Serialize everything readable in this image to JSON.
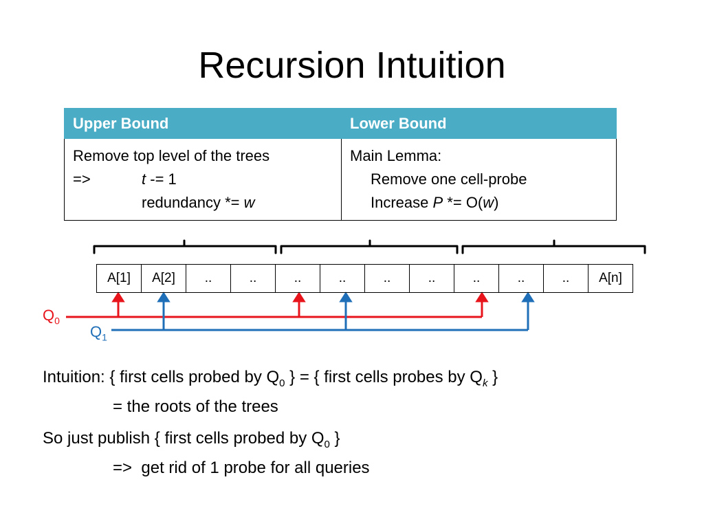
{
  "slide": {
    "title": "Recursion Intuition"
  },
  "table": {
    "headers": [
      "Upper Bound",
      "Lower Bound"
    ],
    "upper": {
      "line1": "Remove top level of the trees",
      "line2_prefix": "=>",
      "line2_var": "t",
      "line2_rest": " -= 1",
      "line3_text": "redundancy *= ",
      "line3_var": "w"
    },
    "lower": {
      "line1": "Main Lemma:",
      "line2": "Remove one cell-probe",
      "line3_a": "Increase ",
      "line3_var": "P",
      "line3_b": " *= O(",
      "line3_var2": "w",
      "line3_c": ")"
    }
  },
  "array_cells": [
    "A[1]",
    "A[2]",
    "..",
    "..",
    "..",
    "..",
    "..",
    "..",
    "..",
    "..",
    "..",
    "A[n]"
  ],
  "queries": {
    "q0": {
      "letter": "Q",
      "sub": "0",
      "color": "#E8141B"
    },
    "q1": {
      "letter": "Q",
      "sub": "1",
      "color": "#1F6FB8"
    }
  },
  "intuition": {
    "a": "Intuition: { first cells probed by Q",
    "a_sub": "0",
    "b": " } = { first cells probes by Q",
    "b_sub": "k",
    "c": " }",
    "line2": "= the roots of the trees"
  },
  "publish": {
    "a": "So just publish { first cells probed by Q",
    "a_sub": "0",
    "b": " }",
    "line2": "=>  get rid of 1 probe for all queries"
  }
}
